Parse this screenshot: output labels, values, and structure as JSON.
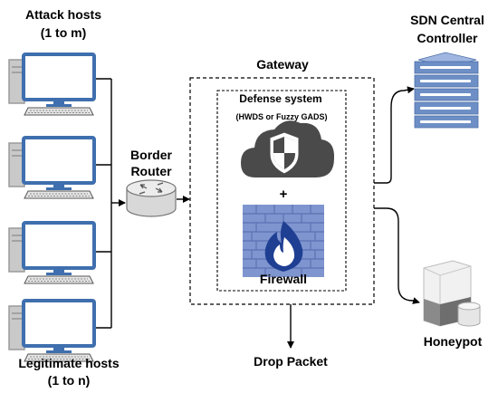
{
  "labels": {
    "attack_title": "Attack hosts",
    "attack_count": "(1 to m)",
    "legit_title": "Legitimate hosts",
    "legit_count": "(1 to n)",
    "router_line1": "Border",
    "router_line2": "Router",
    "gateway": "Gateway",
    "defense_title": "Defense system",
    "defense_sub": "(HWDS or Fuzzy GADS)",
    "plus": "+",
    "firewall": "Firewall",
    "drop_packet": "Drop Packet",
    "sdn_line1": "SDN Central",
    "sdn_line2": "Controller",
    "honeypot": "Honeypot"
  },
  "icons": {
    "host": "desktop-computer-icon",
    "router": "router-icon",
    "cloud_shield": "cloud-shield-icon",
    "firewall": "brick-wall-flame-icon",
    "server": "server-rack-icon",
    "honeypot": "database-server-icon"
  },
  "colors": {
    "monitor_blue": "#3f6fae",
    "screen_fill": "#ffffff",
    "tower_gray": "#c9c9c9",
    "cloud_dark": "#4a4a4a",
    "wall_blue": "#7f95cf",
    "flame_blue": "#1f3f93",
    "server_blue": "#6d8fc6"
  }
}
